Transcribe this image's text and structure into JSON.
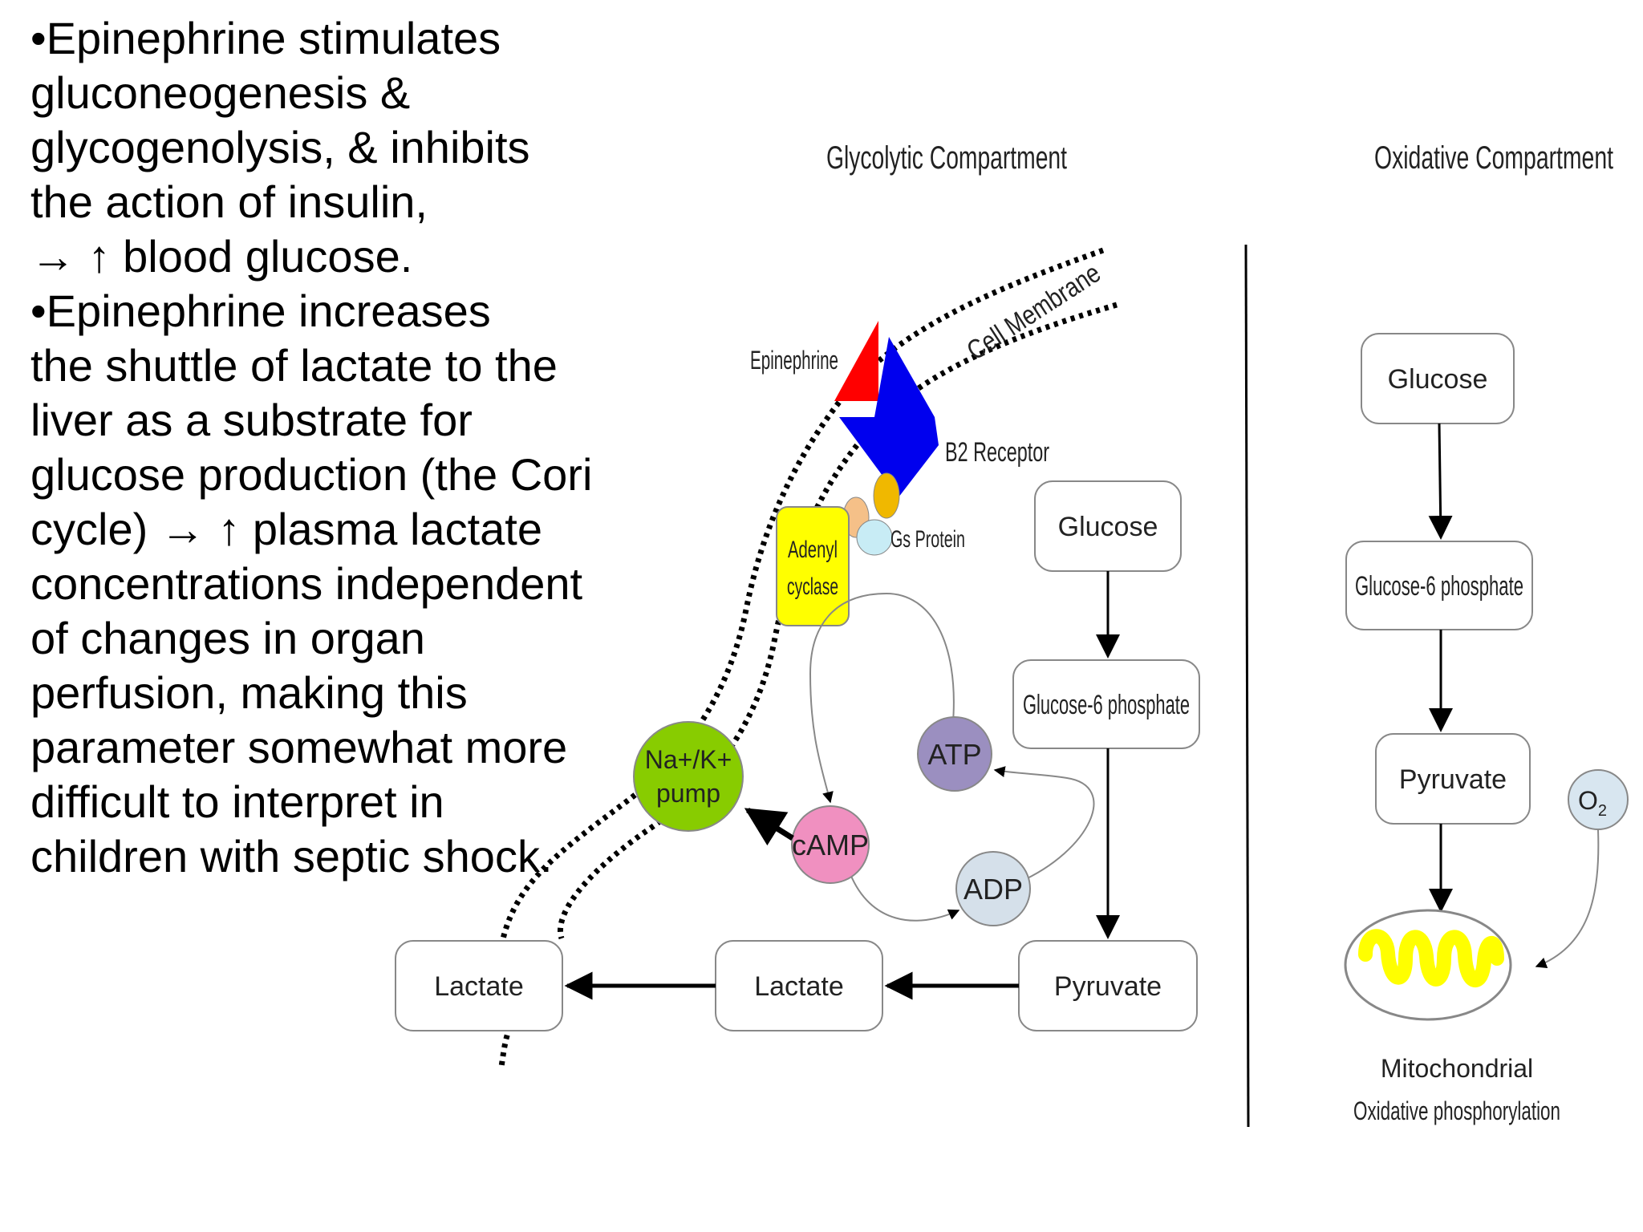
{
  "text": {
    "lines": [
      "•Epinephrine stimulates",
      "gluconeogenesis &",
      "glycogenolysis, & inhibits",
      "the action of insulin,",
      "→ ↑ blood glucose.",
      "•Epinephrine increases",
      "the shuttle of lactate to the",
      "liver as a substrate for",
      "glucose production (the Cori",
      "cycle) → ↑ plasma lactate",
      "concentrations independent",
      "of changes in organ",
      "perfusion, making this",
      "parameter somewhat more",
      "difficult to interpret in",
      "children with septic shock."
    ]
  },
  "diagram": {
    "glycolytic_title": "Glycolytic Compartment",
    "oxidative_title": "Oxidative Compartment",
    "cell_membrane": "Cell Membrane",
    "epinephrine": "Epinephrine",
    "b2_receptor": "B2 Receptor",
    "gs_protein": "Gs Protein",
    "adenyl_cyclase": [
      "Adenyl",
      "cyclase"
    ],
    "na_k_pump": [
      "Na+/K+",
      "pump"
    ],
    "atp": "ATP",
    "adp": "ADP",
    "camp": "cAMP",
    "glyco": {
      "glucose": "Glucose",
      "g6p": "Glucose-6 phosphate",
      "pyruvate": "Pyruvate",
      "lactate_in": "Lactate",
      "lactate_out": "Lactate"
    },
    "oxid": {
      "glucose": "Glucose",
      "g6p": "Glucose-6 phosphate",
      "pyruvate": "Pyruvate",
      "o2": "O",
      "o2_sub": "2",
      "mito_line1": "Mitochondrial",
      "mito_line2": "Oxidative phosphorylation"
    },
    "colors": {
      "epinephrine": "#ff0000",
      "receptor": "#0000ee",
      "adenyl": "#ffff00",
      "pump": "#88cc00",
      "camp": "#f090c0",
      "atp": "#9b8fc0",
      "adp": "#d5e0ea",
      "gs_a": "#f5c088",
      "gs_b": "#f0b800",
      "gs_c": "#c8ecf5",
      "o2": "#d8e6f0",
      "mito": "#ffff00"
    }
  }
}
